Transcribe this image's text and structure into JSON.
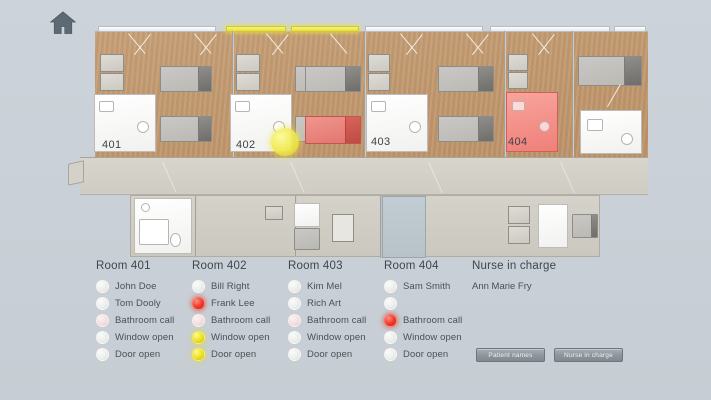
{
  "app": {
    "home_icon": "home-icon",
    "plan_bubble_color": "#f2ec55"
  },
  "floorplan": {
    "room_numbers": [
      "401",
      "402",
      "403",
      "404"
    ],
    "alert_colors": {
      "call": "#f03b2a",
      "open": "#ecdf1f",
      "idle": "#eceeec"
    }
  },
  "panel": {
    "rooms": [
      {
        "title": "Room 401",
        "rows": [
          {
            "label": "John Doe",
            "state": "off"
          },
          {
            "label": "Tom Dooly",
            "state": "off"
          },
          {
            "label": "Bathroom call",
            "state": "off-pink"
          },
          {
            "label": "Window open",
            "state": "off"
          },
          {
            "label": "Door open",
            "state": "off"
          }
        ]
      },
      {
        "title": "Room 402",
        "rows": [
          {
            "label": "Bill Right",
            "state": "off"
          },
          {
            "label": "Frank Lee",
            "state": "red"
          },
          {
            "label": "Bathroom call",
            "state": "off-pink"
          },
          {
            "label": "Window open",
            "state": "yellow"
          },
          {
            "label": "Door open",
            "state": "yellow"
          }
        ]
      },
      {
        "title": "Room 403",
        "rows": [
          {
            "label": "Kim Mel",
            "state": "off"
          },
          {
            "label": "Rich Art",
            "state": "off"
          },
          {
            "label": "Bathroom call",
            "state": "off-pink"
          },
          {
            "label": "Window open",
            "state": "off"
          },
          {
            "label": "Door open",
            "state": "off"
          }
        ]
      },
      {
        "title": "Room 404",
        "rows": [
          {
            "label": "Sam Smith",
            "state": "off"
          },
          {
            "label": "",
            "state": "off"
          },
          {
            "label": "Bathroom call",
            "state": "red"
          },
          {
            "label": "Window open",
            "state": "off"
          },
          {
            "label": "Door open",
            "state": "off"
          }
        ]
      }
    ],
    "nurse": {
      "title": "Nurse in charge",
      "name": "Ann Marie Fry"
    },
    "buttons": [
      {
        "label": "Patient names"
      },
      {
        "label": "Nurse in charge"
      }
    ]
  }
}
